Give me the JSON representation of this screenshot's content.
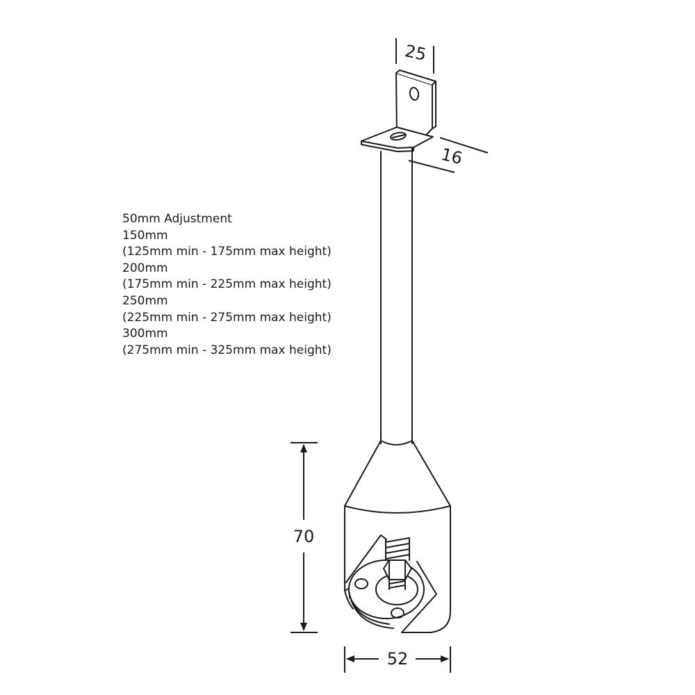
{
  "spec_text": [
    "50mm Adjustment",
    "150mm",
    "(125mm min - 175mm max height)",
    "200mm",
    "(175mm min - 225mm max height)",
    "250mm",
    "(225mm min - 275mm max height)",
    "300mm",
    "(275mm min - 325mm max height)"
  ],
  "dimensions": {
    "bracket_width": "25",
    "bracket_depth": "16",
    "foot_height": "70",
    "foot_width": "52"
  },
  "colors": {
    "line": "#1a1a1a",
    "background": "#ffffff"
  }
}
